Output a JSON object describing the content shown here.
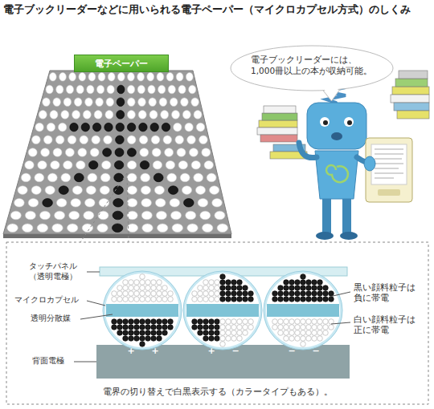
{
  "diagram": {
    "title": "電子ブックリーダーなどに用いられる電子ペーパー（マイクロカプセル方式）のしくみ",
    "caption": "電界の切り替えで白黒表示する（カラータイプもある）。",
    "nodes": [
      {
        "text": [
          "電子ペーパー"
        ]
      },
      {
        "text": [
          "電子ブックリーダーには、1,000冊以上の本が収納可能。"
        ]
      }
    ],
    "labels": [
      "タッチパネル （透明電極）",
      "マイクロカプセル",
      "透明分散媒",
      "黒い顔料粒子は 負に帯電",
      "白い顔料粒子は 正に帯電",
      "背面電極",
      "+",
      "+",
      "+",
      "−",
      "−",
      "−"
    ]
  }
}
